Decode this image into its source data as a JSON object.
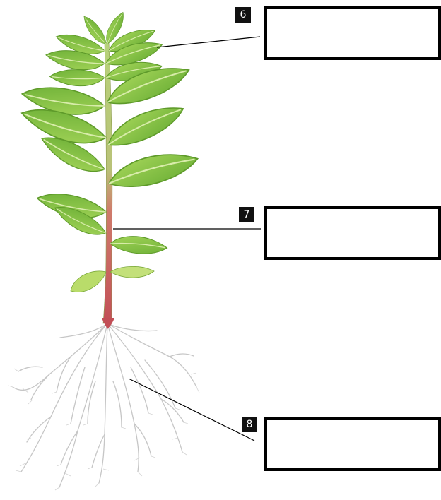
{
  "labels": [
    {
      "number": "6",
      "answer": ""
    },
    {
      "number": "7",
      "answer": ""
    },
    {
      "number": "8",
      "answer": ""
    }
  ],
  "colors": {
    "leaf": "#8cc63f",
    "leaf_dark": "#5e9a2a",
    "stem_green": "#a9c86a",
    "stem_red": "#c9575a",
    "root": "#c8c8c8",
    "box_border": "#000000",
    "badge": "#111111"
  }
}
